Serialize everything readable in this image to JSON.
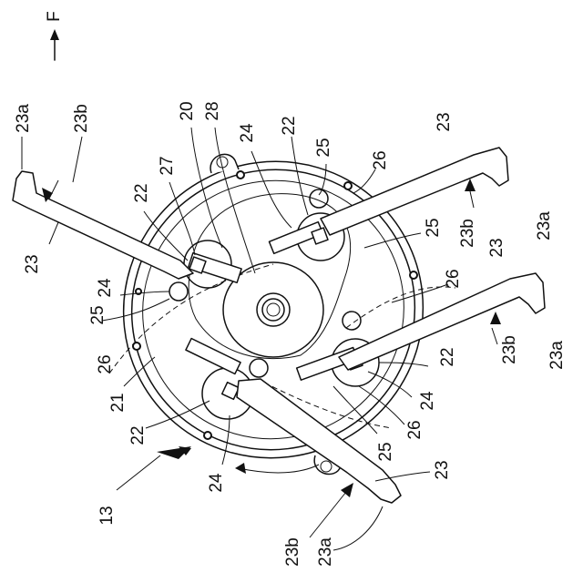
{
  "figure": {
    "direction_label": "F",
    "labels": {
      "l_23a_tl": "23a",
      "l_23b_tl": "23b",
      "l_23_tl": "23",
      "l_20": "20",
      "l_28": "28",
      "l_27": "27",
      "l_22_top_left": "22",
      "l_24_top": "24",
      "l_22_top": "22",
      "l_25_top": "25",
      "l_26_top": "26",
      "l_23_tr": "23",
      "l_23b_r1": "23b",
      "l_23a_r1": "23a",
      "l_25_r": "25",
      "l_23_r": "23",
      "l_26_r": "26",
      "l_23b_r2": "23b",
      "l_23a_r2": "23a",
      "l_22_r": "22",
      "l_24_r": "24",
      "l_24_left": "24",
      "l_25_left": "25",
      "l_26_left": "26",
      "l_21": "21",
      "l_22_bl": "22",
      "l_26_br": "26",
      "l_25_br": "25",
      "l_24_bottom": "24",
      "l_23_br": "23",
      "l_13": "13",
      "l_23b_bottom": "23b",
      "l_23a_bottom": "23a"
    }
  }
}
